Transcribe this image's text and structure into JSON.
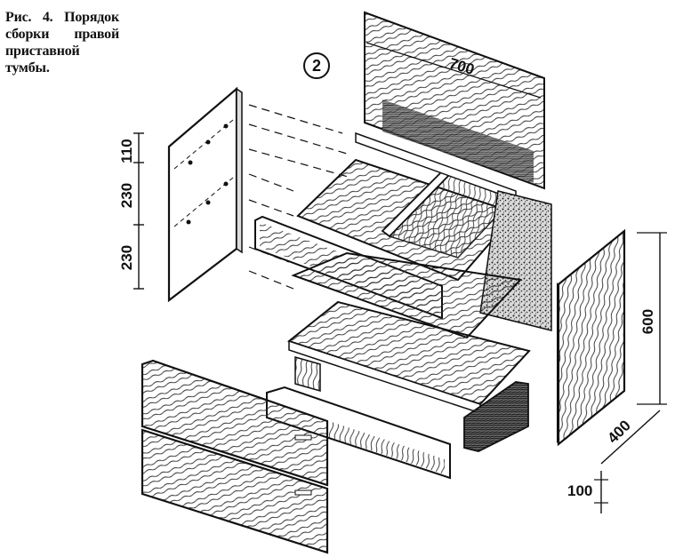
{
  "caption": {
    "figure_label": "Рис. 4.",
    "text": "Порядок сборки правой приставной тумбы."
  },
  "step_number": "2",
  "dimensions": {
    "back_width": "700",
    "side_top": "110",
    "side_middle": "230",
    "side_bottom": "230",
    "height": "600",
    "depth": "400",
    "plinth": "100"
  },
  "colors": {
    "ink": "#111111",
    "paper": "#ffffff",
    "wood_grain": "#2a2a2a"
  }
}
